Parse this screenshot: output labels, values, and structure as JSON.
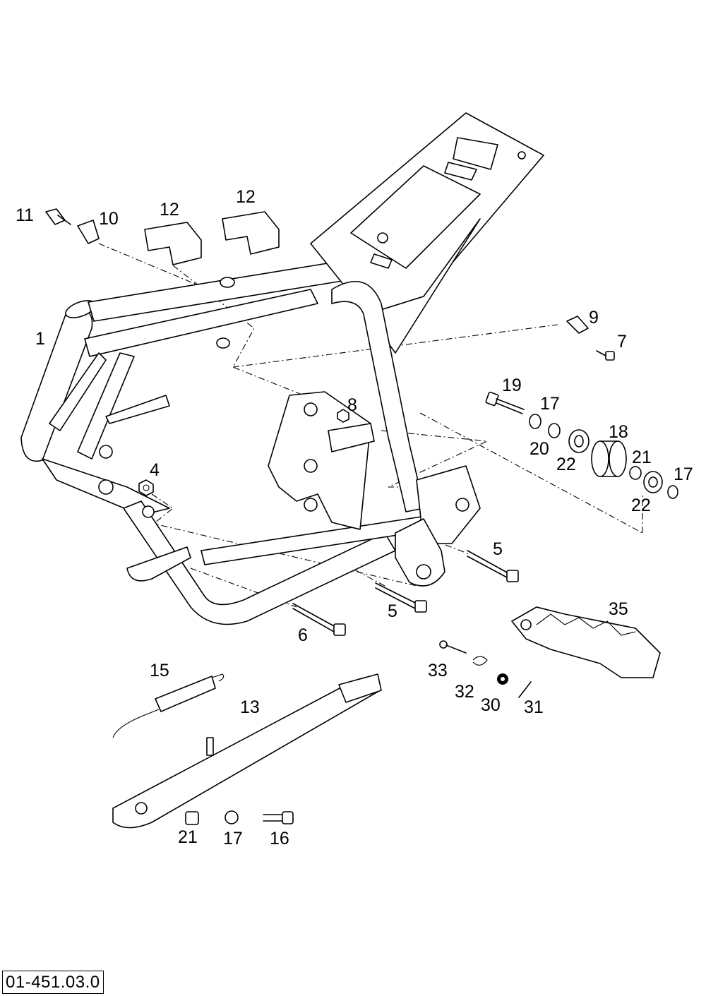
{
  "drawing_code": "01-451.03.0",
  "parts": {
    "p1": "1",
    "p4": "4",
    "p5a": "5",
    "p5b": "5",
    "p6": "6",
    "p7": "7",
    "p8": "8",
    "p9": "9",
    "p10": "10",
    "p11": "11",
    "p12a": "12",
    "p12b": "12",
    "p13": "13",
    "p15": "15",
    "p16": "16",
    "p17a": "17",
    "p17b": "17",
    "p17c": "17",
    "p18": "18",
    "p19": "19",
    "p20": "20",
    "p21a": "21",
    "p21b": "21",
    "p22a": "22",
    "p22b": "22",
    "p30": "30",
    "p31": "31",
    "p32": "32",
    "p33": "33",
    "p35": "35"
  }
}
